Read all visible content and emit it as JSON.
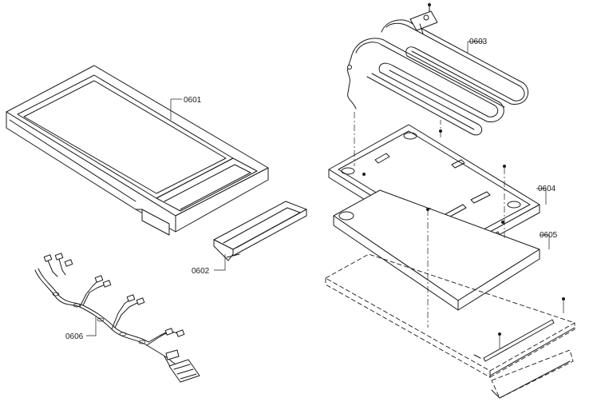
{
  "parts": {
    "p0601": "0601",
    "p0602": "0602",
    "p0603": "0603",
    "p0604": "0604",
    "p0605": "0605",
    "p0606": "0606"
  }
}
